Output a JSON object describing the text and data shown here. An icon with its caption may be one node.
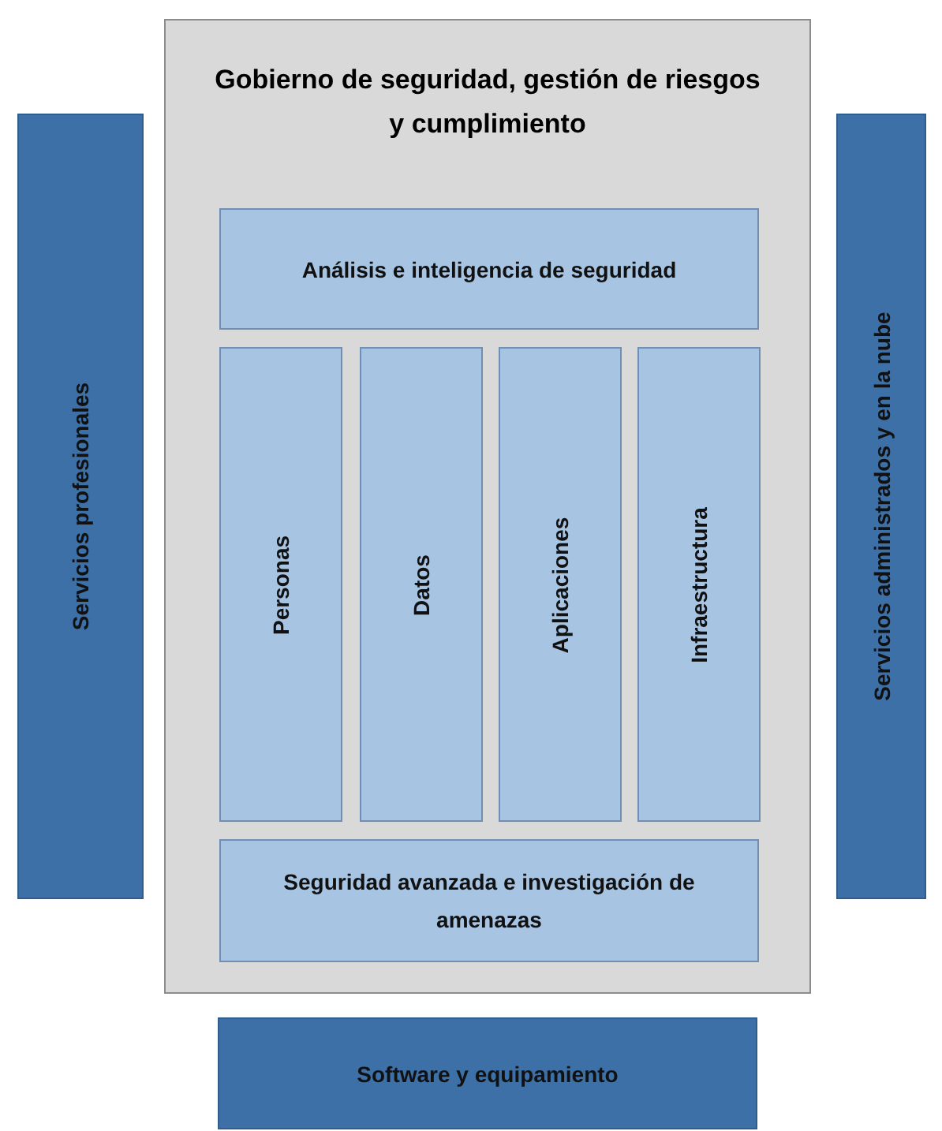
{
  "diagram": {
    "nodes": [
      {
        "text": [
          "Gobierno de seguridad, gestión de riesgos y cumplimiento"
        ]
      },
      {
        "text": [
          "Análisis e inteligencia de seguridad"
        ],
        "in": 0
      },
      {
        "text": [
          "Personas"
        ],
        "in": 0
      },
      {
        "text": [
          "Datos"
        ],
        "in": 0
      },
      {
        "text": [
          "Aplicaciones"
        ],
        "in": 0
      },
      {
        "text": [
          "Infraestructura"
        ],
        "in": 0
      },
      {
        "text": [
          "Seguridad avanzada e investigación de amenazas"
        ],
        "in": 0
      },
      {
        "text": [
          "Servicios profesionales"
        ]
      },
      {
        "text": [
          "Servicios administrados y en la nube"
        ]
      },
      {
        "text": [
          "Software y equipamiento"
        ]
      }
    ]
  }
}
